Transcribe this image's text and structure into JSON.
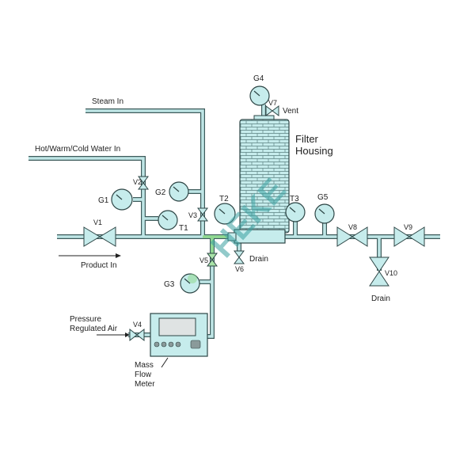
{
  "labels": {
    "steam_in": "Steam In",
    "water_in": "Hot/Warm/Cold Water In",
    "product_in": "Product In",
    "pressure_air_1": "Pressure",
    "pressure_air_2": "Regulated Air",
    "mass_flow_1": "Mass",
    "mass_flow_2": "Flow",
    "mass_flow_3": "Meter",
    "filter_housing_1": "Filter",
    "filter_housing_2": "Housing",
    "vent": "Vent",
    "drain_v6": "Drain",
    "drain_v10": "Drain",
    "watermark": "HEKE"
  },
  "valves": {
    "v1": "V1",
    "v2": "V2",
    "v3": "V3",
    "v4": "V4",
    "v5": "V5",
    "v6": "V6",
    "v7": "V7",
    "v8": "V8",
    "v9": "V9",
    "v10": "V10"
  },
  "gauges": {
    "g1": "G1",
    "g2": "G2",
    "g3": "G3",
    "g4": "G4",
    "g5": "G5",
    "t1": "T1",
    "t2": "T2",
    "t3": "T3"
  },
  "colors": {
    "pipe": "#bfe6e6",
    "pipe_outline": "#3d5a5a",
    "highlight": "#8fd98f",
    "watermark": "#3aa0a0"
  }
}
